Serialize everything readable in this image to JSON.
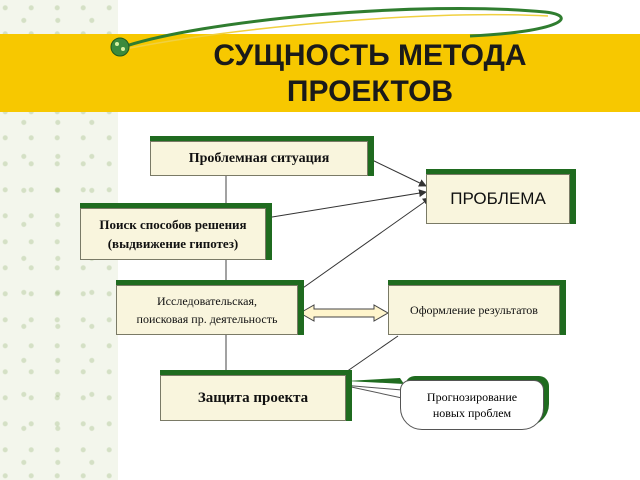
{
  "title": "СУЩНОСТЬ МЕТОДА ПРОЕКТОВ",
  "boxes": {
    "problem_situation": "Проблемная ситуация",
    "problem": "ПРОБЛЕМА",
    "search_line1": "Поиск способов решения",
    "search_line2": "(выдвижение гипотез)",
    "research_line1": "Исследовательская,",
    "research_line2": "поисковая пр. деятельность",
    "results": "Оформление результатов",
    "defense": "Защита проекта",
    "forecast_line1": "Прогнозирование",
    "forecast_line2": "новых проблем"
  },
  "colors": {
    "title_band": "#f7c800",
    "box_fill": "#f9f5dd",
    "box_shadow": "#1f6b1f",
    "arrow": "#333333",
    "double_arrow_fill": "#fff5cc"
  }
}
